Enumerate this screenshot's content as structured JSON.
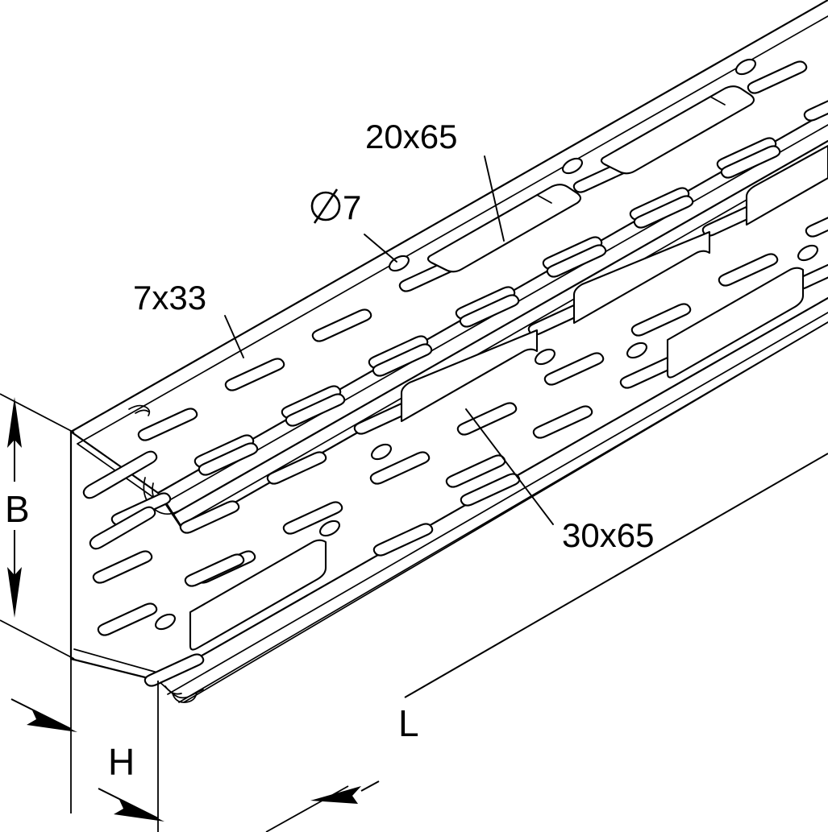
{
  "drawing": {
    "title": "Perforated cable tray isometric dimension drawing",
    "product": "Cable tray with slotted side walls and base",
    "background_color": "#ffffff",
    "line_color": "#000000"
  },
  "annotations": {
    "slot_large": "20x65",
    "hole_round": "Ø 7",
    "slot_small": "7x33",
    "slot_medium": "30x65"
  },
  "dimensions": {
    "height_label": "B",
    "depth_label": "H",
    "length_label": "L"
  },
  "icons": {
    "diameter_symbol": "diameter-symbol",
    "arrow_up": "arrow-up-icon",
    "arrow_down": "arrow-down-icon",
    "arrow_diagonal": "arrow-diagonal-icon"
  }
}
